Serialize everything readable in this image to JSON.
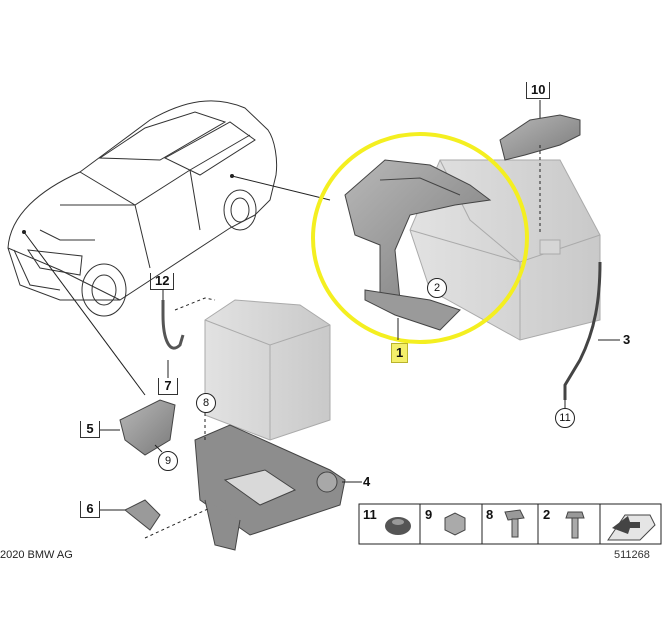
{
  "callouts": {
    "c1": "1",
    "c2": "2",
    "c3": "3",
    "c4": "4",
    "c5": "5",
    "c6": "6",
    "c7": "7",
    "c8": "8",
    "c9": "9",
    "c10": "10",
    "c11": "11",
    "c12": "12"
  },
  "legend": {
    "items": [
      {
        "label": "11"
      },
      {
        "label": "9"
      },
      {
        "label": "8"
      },
      {
        "label": "2"
      }
    ]
  },
  "footer": {
    "copyright": "2020 BMW AG",
    "figure_number": "511268"
  },
  "colors": {
    "highlight_circle": "#f4ef20",
    "highlight_label": "#f4ef6a",
    "line_art": "#222222",
    "ghost_part": "#d6d6d6"
  }
}
